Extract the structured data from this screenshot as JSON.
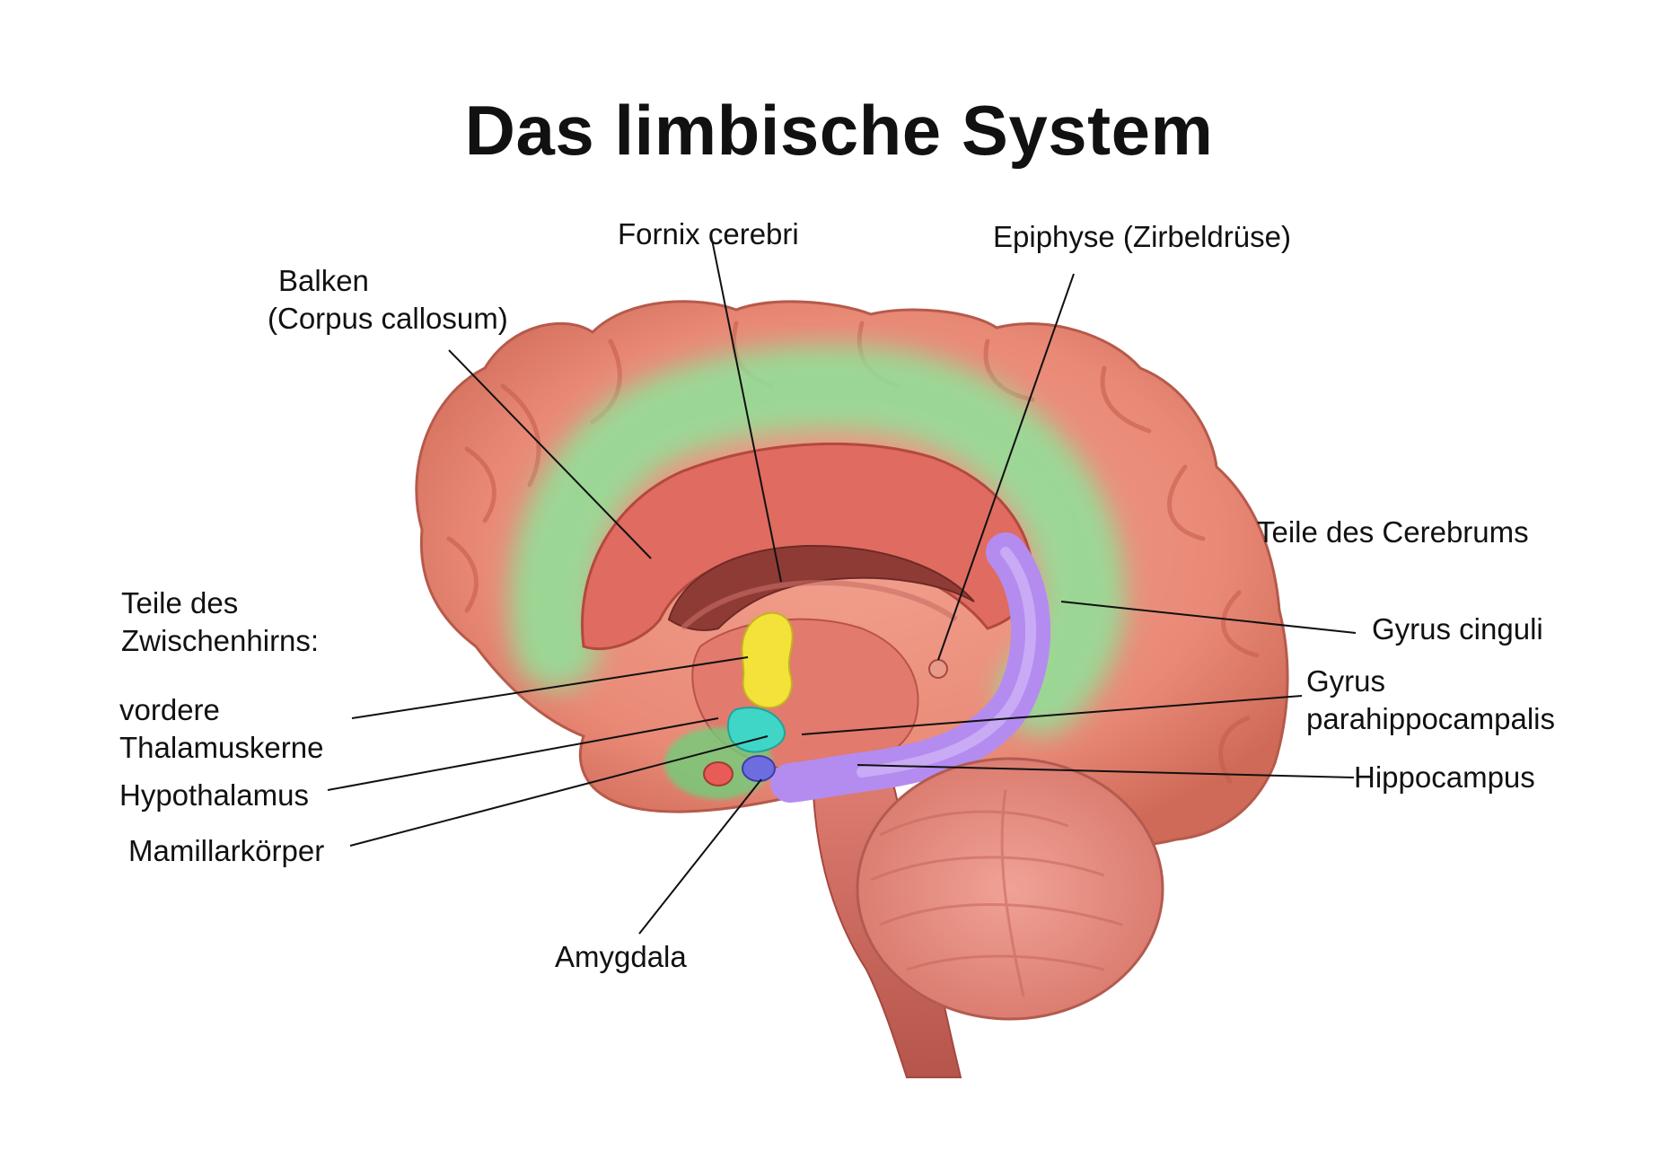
{
  "title": "Das limbische System",
  "colors": {
    "cortex": "#e98a77",
    "cortex_dark": "#c9604f",
    "cingulate_glow": "#8fe39a",
    "inner_red": "#e06b60",
    "ventricle": "#8f3b35",
    "fornix_yellow": "#f3e23a",
    "hypothalamus_cyan": "#3fd6c7",
    "hippocampus_purple": "#b48cf0",
    "amygdala_blue": "#6d6de0",
    "cerebellum": "#e58a7e",
    "stem": "#d9746a",
    "leader_line": "#111111"
  },
  "labels": {
    "fornix": "Fornix cerebri",
    "epiphyse": "Epiphyse (Zirbeldrüse)",
    "balken_1": "Balken",
    "balken_2": "(Corpus callosum)",
    "teile_cerebrum": "Teile des Cerebrums",
    "gyrus_cinguli": "Gyrus cinguli",
    "gyrus_para_1": "Gyrus",
    "gyrus_para_2": "parahippocampalis",
    "hippocampus": "Hippocampus",
    "teile_zwischen_1": "Teile des",
    "teile_zwischen_2": "Zwischenhirns:",
    "thalamus_1": "vordere",
    "thalamus_2": "Thalamuskerne",
    "hypothalamus": "Hypothalamus",
    "mamillar": "Mamillarkörper",
    "amygdala": "Amygdala"
  }
}
